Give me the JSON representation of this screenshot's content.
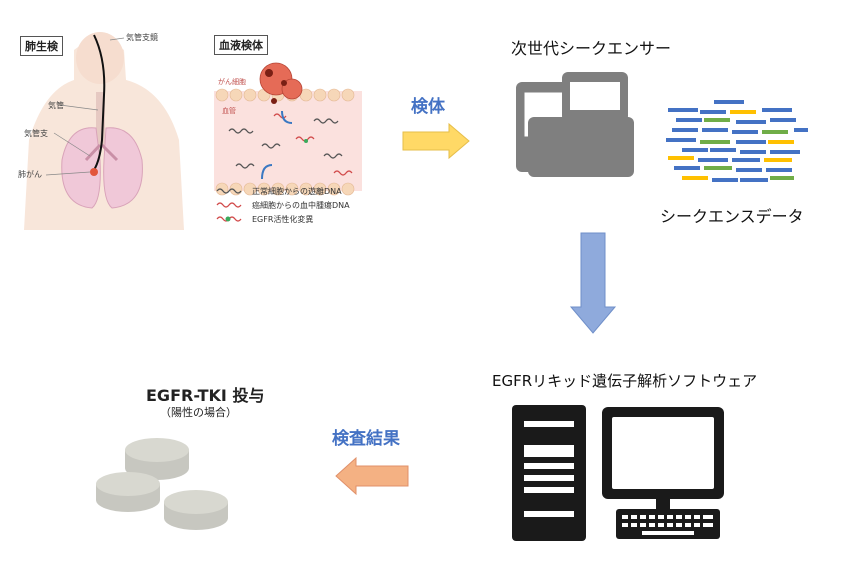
{
  "lung_panel": {
    "title": "肺生検",
    "labels": {
      "bronchoscope": "気管支鏡",
      "trachea": "気管",
      "bronchus": "気管支",
      "lung_cancer": "肺がん"
    }
  },
  "blood_panel": {
    "title": "血液検体",
    "labels": {
      "cancer_cell": "がん細胞",
      "blood_vessel": "血管"
    },
    "legend": [
      "正常細胞からの遊離DNA",
      "癌細胞からの血中腫瘍DNA",
      "EGFR活性化変異"
    ]
  },
  "arrow_specimen_label": "検体",
  "sequencer_label": "次世代シークエンサー",
  "sequence_data_label": "シークエンスデータ",
  "software_label": "EGFRリキッド遺伝子解析ソフトウェア",
  "arrow_result_label": "検査結果",
  "treatment": {
    "title": "EGFR-TKI 投与",
    "subtitle": "（陽性の場合）"
  },
  "colors": {
    "accent_blue": "#4472C4",
    "arrow_yellow": "#FFD966",
    "arrow_blue": "#8FAADC",
    "arrow_orange": "#F4B183",
    "read_blue": "#4472C4",
    "read_green": "#70AD47",
    "read_yellow": "#FFC000",
    "device_gray": "#7F7F7F",
    "computer_black": "#1a1a1a"
  }
}
